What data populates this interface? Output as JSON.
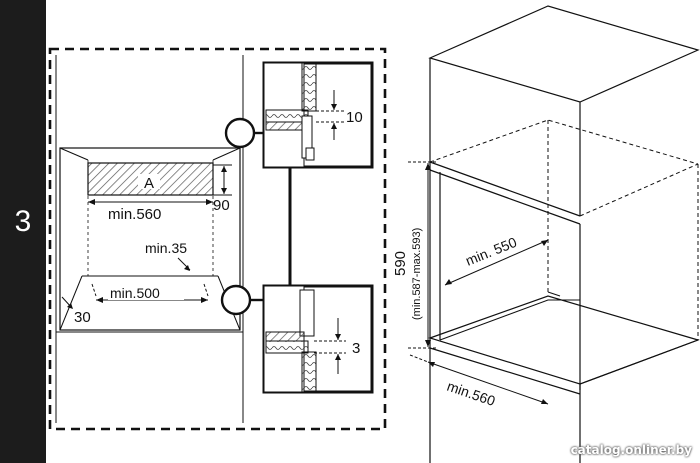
{
  "step_number": "3",
  "labels": {
    "panel_a": "A",
    "top_gap": "10",
    "bottom_gap": "3",
    "width_560": "min.560",
    "depth_90": "90",
    "min_35": "min.35",
    "min_500": "min.500",
    "side_30": "30",
    "height_590": "590",
    "height_range": "(min.587-max.593)",
    "min_550": "min. 550",
    "min_560_right": "min.560"
  },
  "watermark": "catalog.onliner.by"
}
